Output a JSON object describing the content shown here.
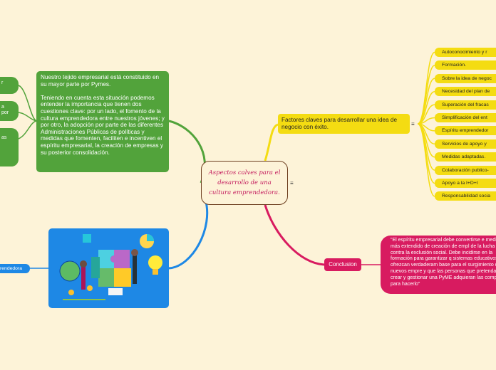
{
  "central": {
    "title": "Aspectos calves para el desarrollo de una cultura emprendedora."
  },
  "left": {
    "intro_text": "Nuestro tejido empresarial está constituido en su mayor parte por Pymes.\n\nTeniendo en cuenta esta situación podemos entender la importancia que tienen dos cuestiones clave: por un lado, el fomento de la cultura emprendedora entre nuestros jóvenes; y por otro, la adopción por parte de las diferentes Administraciones Públicas de políticas y medidas que fomenten, faciliten e incentiven el espíritu empresarial, la creación de empresas y su posterior consolidación.",
    "stubs": [
      "r",
      "a\npor",
      "as"
    ],
    "image_stub": "rendedora"
  },
  "factores": {
    "title": "Factores claves para desarrollar una idea de negocio con éxito.",
    "items": [
      "Autoconocimiento y r",
      "Formación.",
      "Sobre la idea de negoc",
      "Necesidad del plan de",
      "Superación del fracas",
      "Simplificación del ent",
      "Espíritu emprendedor",
      "Servicios de apoyo y",
      "Medidas adaptadas.",
      "Colaboración publico-",
      "Apoyo a la I+D+I",
      "Responsabilidad socia"
    ]
  },
  "conclusion": {
    "label": "Conclusion",
    "quote": "\"El espíritu empresarial debe convertirse e medio más extendido de creación de empl de la lucha contra la exclusión social. Debe incidirse en la formación para garantizar q sistemas educativos ofrezcan verdaderam base para el surgimiento de nuevos empre y que las personas que pretendan crear y gestionar una PyME adquieran las compet para hacerlo\""
  },
  "colors": {
    "background": "#fdf3d8",
    "green": "#52a33b",
    "yellow": "#f4dc12",
    "pink": "#d81b60",
    "blue": "#1e88e5",
    "central_text": "#c2185b"
  },
  "icons": [
    "menu-icon",
    "puzzle-illustration"
  ]
}
